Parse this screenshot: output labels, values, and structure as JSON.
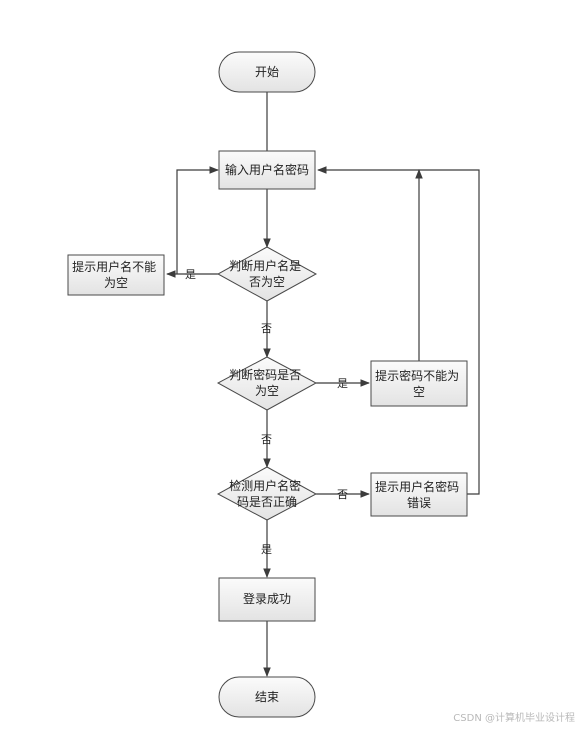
{
  "nodes": {
    "start": "开始",
    "input": "输入用户名密码",
    "check_user_empty": [
      "判断用户名是",
      "否为空"
    ],
    "prompt_user_empty": [
      "提示用户名不能",
      "为空"
    ],
    "check_pwd_empty": [
      "判断密码是否",
      "为空"
    ],
    "prompt_pwd_empty": [
      "提示密码不能为",
      "空"
    ],
    "check_correct": [
      "检测用户名密",
      "码是否正确"
    ],
    "prompt_wrong": [
      "提示用户名密码",
      "错误"
    ],
    "success": "登录成功",
    "end": "结束"
  },
  "edge_labels": {
    "yes1": "是",
    "no1": "否",
    "yes2": "是",
    "no2": "否",
    "no3": "否",
    "yes3": "是"
  },
  "watermark": "CSDN @计算机毕业设计程",
  "colors": {
    "box_top": "#fbfbfb",
    "box_bottom": "#e3e3e3",
    "stroke": "#4a4a4a"
  }
}
